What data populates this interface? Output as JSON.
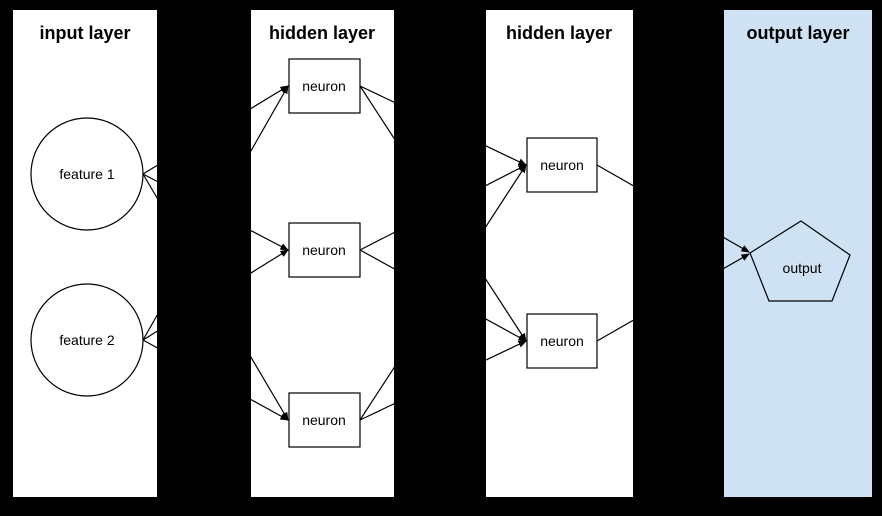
{
  "diagram": {
    "type": "neural-network",
    "layers": [
      {
        "title": "input layer",
        "nodes": [
          {
            "id": "feature-1",
            "label": "feature 1",
            "shape": "circle"
          },
          {
            "id": "feature-2",
            "label": "feature 2",
            "shape": "circle"
          }
        ]
      },
      {
        "title": "hidden layer",
        "nodes": [
          {
            "id": "h1-neuron-1",
            "label": "neuron",
            "shape": "rectangle"
          },
          {
            "id": "h1-neuron-2",
            "label": "neuron",
            "shape": "rectangle"
          },
          {
            "id": "h1-neuron-3",
            "label": "neuron",
            "shape": "rectangle"
          }
        ]
      },
      {
        "title": "hidden layer",
        "nodes": [
          {
            "id": "h2-neuron-1",
            "label": "neuron",
            "shape": "rectangle"
          },
          {
            "id": "h2-neuron-2",
            "label": "neuron",
            "shape": "rectangle"
          }
        ]
      },
      {
        "title": "output layer",
        "nodes": [
          {
            "id": "output",
            "label": "output",
            "shape": "pentagon"
          }
        ]
      }
    ],
    "edges": [
      {
        "from": "feature-1",
        "to": "h1-neuron-1"
      },
      {
        "from": "feature-1",
        "to": "h1-neuron-2"
      },
      {
        "from": "feature-1",
        "to": "h1-neuron-3"
      },
      {
        "from": "feature-2",
        "to": "h1-neuron-1"
      },
      {
        "from": "feature-2",
        "to": "h1-neuron-2"
      },
      {
        "from": "feature-2",
        "to": "h1-neuron-3"
      },
      {
        "from": "h1-neuron-1",
        "to": "h2-neuron-1"
      },
      {
        "from": "h1-neuron-1",
        "to": "h2-neuron-2"
      },
      {
        "from": "h1-neuron-2",
        "to": "h2-neuron-1"
      },
      {
        "from": "h1-neuron-2",
        "to": "h2-neuron-2"
      },
      {
        "from": "h1-neuron-3",
        "to": "h2-neuron-1"
      },
      {
        "from": "h1-neuron-3",
        "to": "h2-neuron-2"
      },
      {
        "from": "h2-neuron-1",
        "to": "output"
      },
      {
        "from": "h2-neuron-2",
        "to": "output"
      }
    ]
  },
  "colors": {
    "background": "#000000",
    "panel_bg": "#ffffff",
    "output_panel_bg": "#cfe2f3",
    "node_fill": "#ffffff",
    "stroke": "#000000",
    "text": "#000000"
  }
}
